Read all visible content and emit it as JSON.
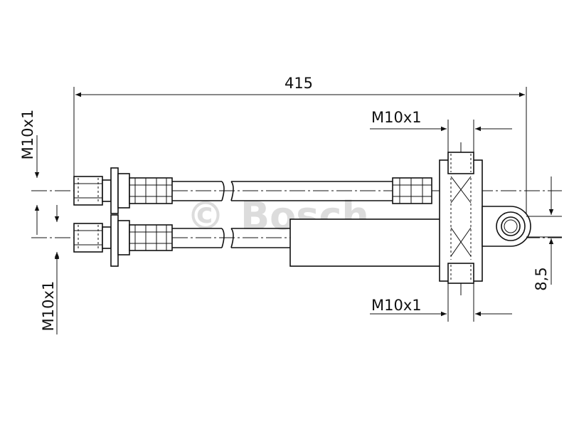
{
  "dimensions": {
    "overall_length": "415",
    "offset": "8,5",
    "thread_left_top": "M10x1",
    "thread_left_bottom": "M10x1",
    "thread_right_top": "M10x1",
    "thread_right_bottom": "M10x1"
  },
  "watermark": {
    "symbol": "©",
    "brand": "Bosch"
  },
  "colors": {
    "line": "#111111",
    "watermark": "#d6d6d6",
    "background": "#ffffff"
  }
}
